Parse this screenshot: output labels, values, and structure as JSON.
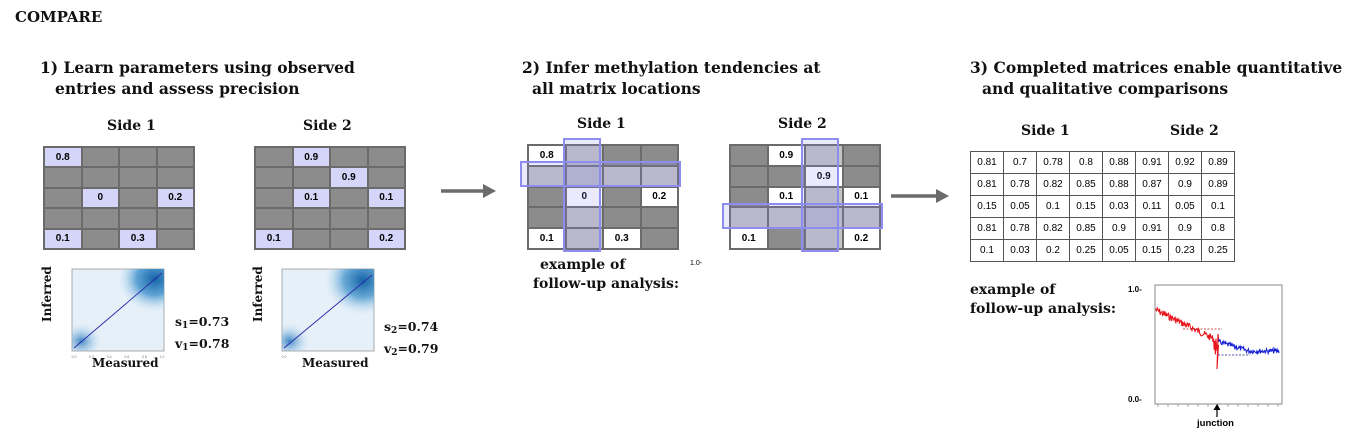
{
  "title": "COMPARE",
  "step1": {
    "heading": "1) Learn parameters using observed",
    "heading2": "entries and assess precision",
    "side1_label": "Side 1",
    "side2_label": "Side 2",
    "side1_cells": [
      [
        "0.8",
        "",
        "",
        ""
      ],
      [
        "",
        "",
        "",
        ""
      ],
      [
        "",
        "0",
        "",
        "0.2"
      ],
      [
        "",
        "",
        "",
        ""
      ],
      [
        "0.1",
        "",
        "0.3",
        ""
      ]
    ],
    "side2_cells": [
      [
        "",
        "0.9",
        "",
        ""
      ],
      [
        "",
        "",
        "0.9",
        ""
      ],
      [
        "",
        "0.1",
        "",
        "0.1"
      ],
      [
        "",
        "",
        "",
        ""
      ],
      [
        "0.1",
        "",
        "",
        "0.2"
      ]
    ],
    "plot_ylabel": "Inferred",
    "plot_xlabel": "Measured",
    "stats1": {
      "s_base": "s",
      "s_sub": "1",
      "s_val": "=0.73",
      "v_base": "v",
      "v_sub": "1",
      "v_val": "=0.78"
    },
    "stats2": {
      "s_base": "s",
      "s_sub": "2",
      "s_val": "=0.74",
      "v_base": "v",
      "v_sub": "2",
      "v_val": "=0.79"
    },
    "plot1_ticks": [
      "0.0",
      "0.2",
      "0.4",
      "0.6",
      "0.8",
      "1.0"
    ],
    "plot2_ticks": [
      "0.0"
    ]
  },
  "step2": {
    "heading": "2) Infer methylation tendencies at",
    "heading2": "all matrix locations",
    "side1_label": "Side 1",
    "side2_label": "Side 2",
    "side1_cells": [
      [
        "0.8",
        "",
        "",
        ""
      ],
      [
        "",
        "",
        "",
        ""
      ],
      [
        "",
        "0",
        "",
        "0.2"
      ],
      [
        "",
        "",
        "",
        ""
      ],
      [
        "0.1",
        "",
        "0.3",
        ""
      ]
    ],
    "side2_cells": [
      [
        "",
        "0.9",
        "",
        ""
      ],
      [
        "",
        "",
        "0.9",
        ""
      ],
      [
        "",
        "0.1",
        "",
        "0.1"
      ],
      [
        "",
        "",
        "",
        ""
      ],
      [
        "0.1",
        "",
        "",
        "0.2"
      ]
    ],
    "followup_line1": "example of",
    "followup_line2": "follow-up analysis:",
    "tick": "1.0-"
  },
  "step3": {
    "heading": "3) Completed matrices enable quantitative",
    "heading2": "and qualitative comparisons",
    "side1_label": "Side 1",
    "side2_label": "Side 2",
    "table": [
      [
        "0.81",
        "0.7",
        "0.78",
        "0.8",
        "0.88",
        "0.91",
        "0.92",
        "0.89"
      ],
      [
        "0.81",
        "0.78",
        "0.82",
        "0.85",
        "0.88",
        "0.87",
        "0.9",
        "0.89"
      ],
      [
        "0.15",
        "0.05",
        "0.1",
        "0.15",
        "0.03",
        "0.11",
        "0.05",
        "0.1"
      ],
      [
        "0.81",
        "0.78",
        "0.82",
        "0.85",
        "0.9",
        "0.91",
        "0.9",
        "0.8"
      ],
      [
        "0.1",
        "0.03",
        "0.2",
        "0.25",
        "0.05",
        "0.15",
        "0.23",
        "0.25"
      ]
    ],
    "followup_line1": "example of",
    "followup_line2": "follow-up analysis:",
    "chart_y_top": "1.0-",
    "chart_y_bottom": "0.0-",
    "junction_label": "junction"
  },
  "colors": {
    "observed_cell": "#d4d5f8",
    "unobserved_cell": "#8c8c8c",
    "highlight": "#8d8cef",
    "red_series": "#e8141b",
    "blue_series": "#1822d6",
    "arrow": "#6b6b6b"
  }
}
